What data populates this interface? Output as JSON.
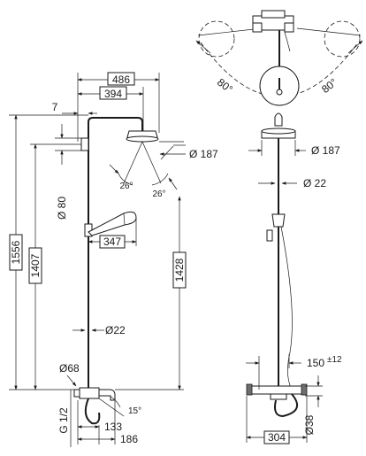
{
  "left_view": {
    "dimensions": {
      "width_486": "486",
      "width_394": "394",
      "offset_7": "7",
      "diameter_80": "Ø 80",
      "diameter_187": "Ø 187",
      "angle_26_left": "26°",
      "angle_26_right": "26°",
      "width_347": "347",
      "height_1556": "1556",
      "height_1407": "1407",
      "height_1428": "1428",
      "diameter_22": "Ø22",
      "diameter_68": "Ø68",
      "thread_g12": "G 1/2",
      "angle_15": "15°",
      "offset_133": "133",
      "offset_186": "186"
    }
  },
  "top_view": {
    "dimensions": {
      "angle_80_left": "80°",
      "angle_80_right": "80°"
    }
  },
  "front_view": {
    "dimensions": {
      "diameter_187": "Ø 187",
      "diameter_22": "Ø 22",
      "hose_150": "150",
      "hose_tolerance": "±12",
      "width_304": "304",
      "diameter_38": "Ø38"
    }
  }
}
